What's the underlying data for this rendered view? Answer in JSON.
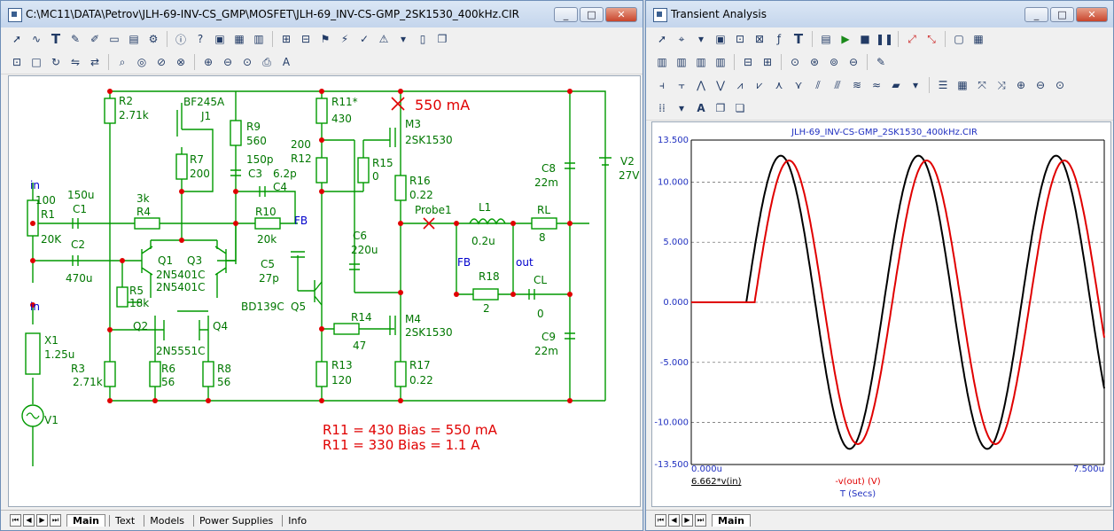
{
  "schematic_window": {
    "title": "C:\\MC11\\DATA\\Petrov\\JLH-69-INV-CS_GMP\\MOSFET\\JLH-69_INV-CS-GMP_2SK1530_400kHz.CIR",
    "tabs": [
      "Main",
      "Text",
      "Models",
      "Power Supplies",
      "Info"
    ],
    "active_tab": "Main"
  },
  "analysis_window": {
    "title": "Transient Analysis",
    "tabs": [
      "Main"
    ],
    "active_tab": "Main"
  },
  "window_buttons": {
    "minimize": "_",
    "maximize": "□",
    "close": "✕"
  },
  "toolbar_icons": [
    "pointer-icon",
    "wire-icon",
    "text-icon",
    "pencil-icon",
    "info-icon",
    "help-icon",
    "gear-icon",
    "zoom-in-icon",
    "zoom-out-icon"
  ],
  "components": {
    "r2": {
      "name": "R2",
      "value": "2.71k"
    },
    "j1": {
      "model": "BF245A",
      "name": "J1"
    },
    "r7": {
      "name": "R7",
      "value": "200"
    },
    "r9": {
      "name": "R9",
      "value": "560"
    },
    "c3": {
      "name": "C3",
      "value": "150p"
    },
    "c4": {
      "name": "C4",
      "value": "6.2p"
    },
    "r11": {
      "name": "R11*",
      "value": "430"
    },
    "r12": {
      "name": "R12",
      "value": "200"
    },
    "r15": {
      "name": "R15",
      "value": "0"
    },
    "m3": {
      "name": "M3",
      "model": "2SK1530"
    },
    "bias_label": "550 mA",
    "r16": {
      "name": "R16",
      "value": "0.22"
    },
    "c8": {
      "name": "C8",
      "value": "22m"
    },
    "v2": {
      "name": "V2",
      "value": "27V"
    },
    "r1": {
      "name": "R1",
      "value": "20K",
      "top": "100"
    },
    "c1": {
      "name": "C1",
      "value": "150u"
    },
    "r4": {
      "name": "R4",
      "value": "3k"
    },
    "r10": {
      "name": "R10",
      "value": "20k"
    },
    "fb1": "FB",
    "probe": "Probe1",
    "l1": {
      "name": "L1",
      "value": "0.2u"
    },
    "rl": {
      "name": "RL",
      "value": "8"
    },
    "c2": {
      "name": "C2",
      "value": "470u"
    },
    "q1": {
      "name": "Q1",
      "model": "2N5401C"
    },
    "q3": {
      "name": "Q3",
      "model": "2N5401C"
    },
    "c6": {
      "name": "C6",
      "value": "220u"
    },
    "c5": {
      "name": "C5",
      "value": "27p"
    },
    "fb2": "FB",
    "out": "out",
    "r18": {
      "name": "R18",
      "value": "2"
    },
    "cl": {
      "name": "CL",
      "value": "0"
    },
    "r5": {
      "name": "R5",
      "value": "18k"
    },
    "q5": {
      "name": "Q5",
      "model": "BD139C"
    },
    "r14": {
      "name": "R14",
      "value": "47"
    },
    "m4": {
      "name": "M4",
      "model": "2SK1530"
    },
    "c9": {
      "name": "C9",
      "value": "22m"
    },
    "q2": {
      "name": "Q2"
    },
    "q4": {
      "name": "Q4"
    },
    "q24_model": "2N5551C",
    "x1": {
      "name": "X1",
      "value": "1.25u"
    },
    "in_top": "in",
    "in_bottom": "in",
    "r3": {
      "name": "R3",
      "value": "2.71k"
    },
    "r6": {
      "name": "R6",
      "value": "56"
    },
    "r8": {
      "name": "R8",
      "value": "56"
    },
    "r13": {
      "name": "R13",
      "value": "120"
    },
    "r17": {
      "name": "R17",
      "value": "0.22"
    },
    "v1": {
      "name": "V1"
    }
  },
  "notes": {
    "line1": "R11 = 430  Bias = 550 mA",
    "line2": "R11 = 330  Bias = 1.1 A"
  },
  "chart_data": {
    "type": "line",
    "title": "JLH-69_INV-CS-GMP_2SK1530_400kHz.CIR",
    "xlabel": "T (Secs)",
    "x_range_labels": {
      "min": "0.000u",
      "max": "7.500u"
    },
    "xlim": [
      0,
      7.5
    ],
    "ylim": [
      -13.5,
      13.5
    ],
    "y_ticks": [
      "13.500",
      "10.000",
      "5.000",
      "0.000",
      "-5.000",
      "-10.000",
      "-13.500"
    ],
    "y_tick_values": [
      13.5,
      10,
      5,
      0,
      -5,
      -10,
      -13.5
    ],
    "grid": true,
    "series": [
      {
        "name": "6.662*v(in)",
        "color": "#000000",
        "start_us": 1.0,
        "amplitude": 12.2,
        "freq_mhz": 0.4,
        "phase_delay_us": 0.0
      },
      {
        "name": "-v(out) (V)",
        "color": "#e00000",
        "start_us": 1.05,
        "amplitude": 11.8,
        "freq_mhz": 0.4,
        "phase_delay_us": 0.1
      }
    ]
  }
}
